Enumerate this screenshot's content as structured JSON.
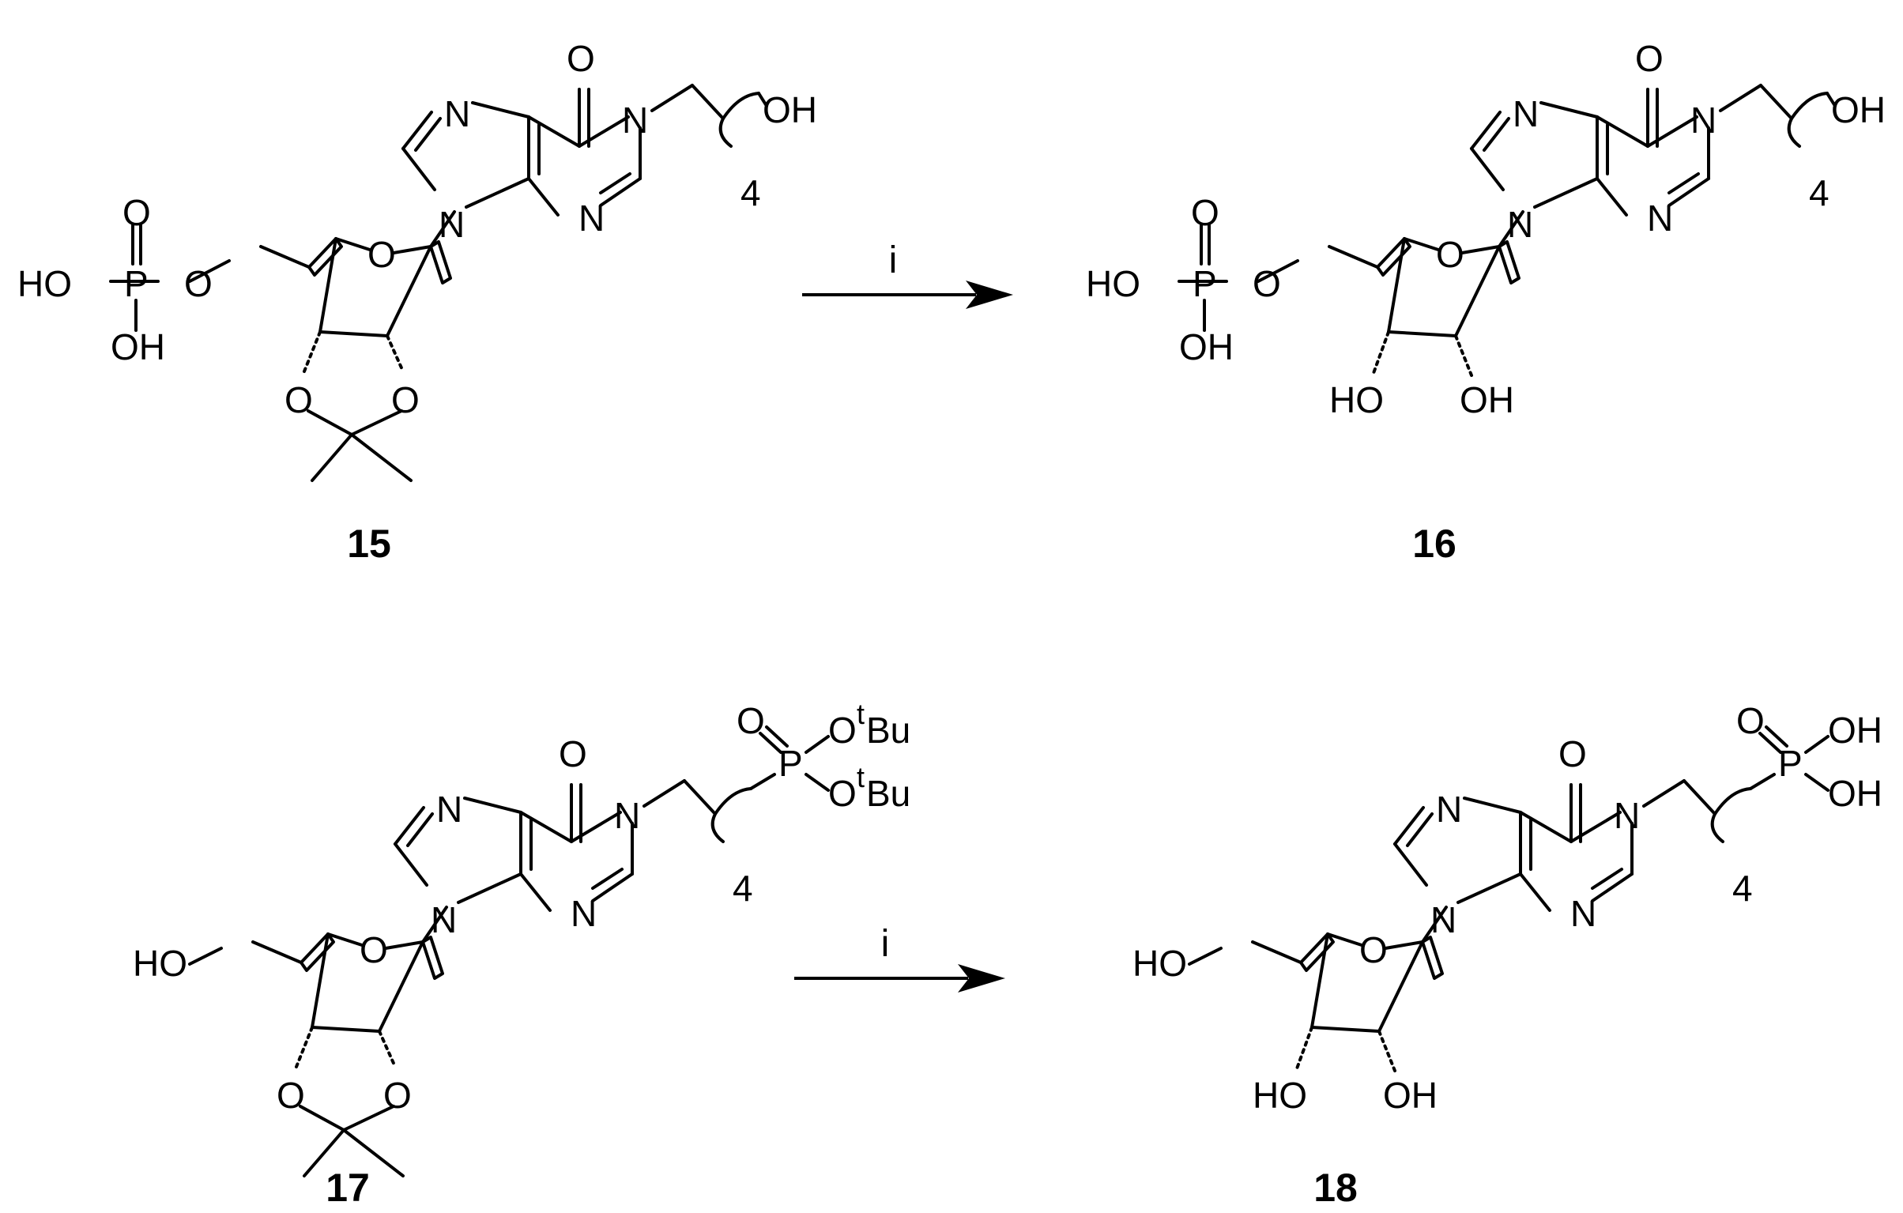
{
  "scheme": {
    "reactions": [
      {
        "reactant": "15",
        "product": "16",
        "reagent": "i"
      },
      {
        "reactant": "17",
        "product": "18",
        "reagent": "i"
      }
    ],
    "compounds": [
      {
        "id": "15",
        "atoms": {
          "carbonyl_o": "O",
          "n1": "N",
          "n3": "N",
          "n7": "N",
          "n9": "N",
          "chain_oh": "OH",
          "repeat": "4",
          "ring_o": "O",
          "p_o_link": "O",
          "p_eq_o": "O",
          "p": "P",
          "p_oh_left": "HO",
          "p_oh_bottom": "OH",
          "ket_o2": "O",
          "ket_o3": "O"
        }
      },
      {
        "id": "16",
        "atoms": {
          "carbonyl_o": "O",
          "n1": "N",
          "n3": "N",
          "n7": "N",
          "n9": "N",
          "chain_oh": "OH",
          "repeat": "4",
          "ring_o": "O",
          "p_o_link": "O",
          "p_eq_o": "O",
          "p": "P",
          "p_oh_left": "HO",
          "p_oh_bottom": "OH",
          "oh2": "OH",
          "oh3": "HO"
        }
      },
      {
        "id": "17",
        "atoms": {
          "carbonyl_o": "O",
          "n1": "N",
          "n3": "N",
          "n7": "N",
          "n9": "N",
          "repeat": "4",
          "ring_o": "O",
          "oh5": "HO",
          "ket_o2": "O",
          "ket_o3": "O",
          "p": "P",
          "p_eq_o": "O",
          "ot_a_o": "O",
          "ot_a_sup": "t",
          "ot_a_bu": "Bu",
          "ot_b_o": "O",
          "ot_b_sup": "t",
          "ot_b_bu": "Bu"
        }
      },
      {
        "id": "18",
        "atoms": {
          "carbonyl_o": "O",
          "n1": "N",
          "n3": "N",
          "n7": "N",
          "n9": "N",
          "repeat": "4",
          "ring_o": "O",
          "oh5": "HO",
          "oh2": "OH",
          "oh3": "HO",
          "p": "P",
          "p_eq_o": "O",
          "p_oh_a": "OH",
          "p_oh_b": "OH"
        }
      }
    ]
  }
}
